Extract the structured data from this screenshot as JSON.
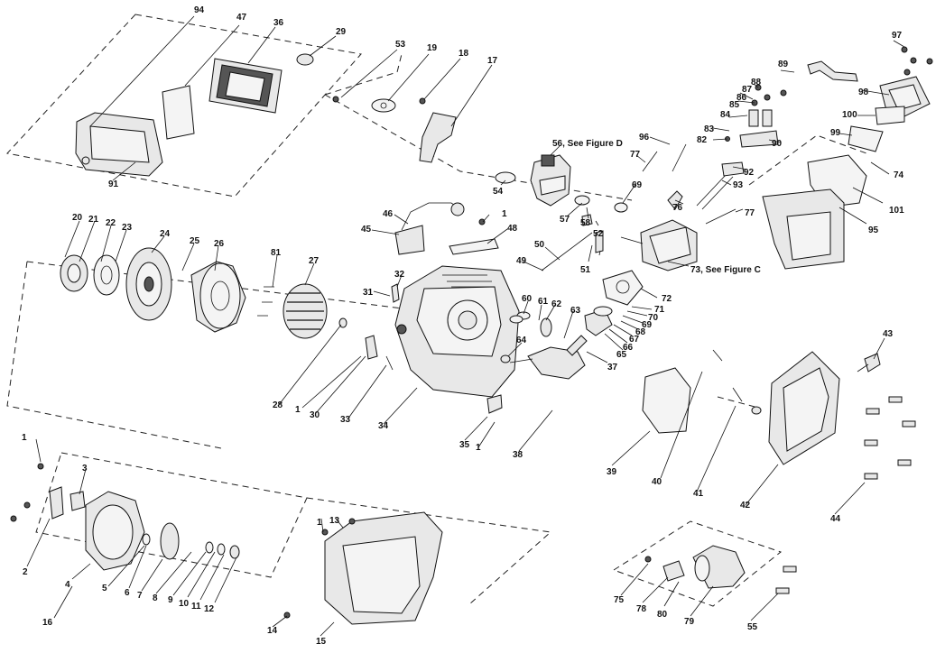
{
  "diagram": {
    "title": "Exploded parts diagram",
    "callouts": [
      "94",
      "47",
      "36",
      "29",
      "53",
      "19",
      "18",
      "17",
      "97",
      "89",
      "88",
      "87",
      "86",
      "85",
      "84",
      "83",
      "82",
      "90",
      "98",
      "100",
      "99",
      "74",
      "101",
      "96",
      "77",
      "56, See Figure D",
      "54",
      "57",
      "58",
      "52",
      "69",
      "92",
      "93",
      "76",
      "77",
      "95",
      "91",
      "46",
      "45",
      "1",
      "48",
      "50",
      "49",
      "51",
      "73, See Figure C",
      "72",
      "71",
      "70",
      "69",
      "68",
      "67",
      "66",
      "65",
      "37",
      "20",
      "21",
      "22",
      "23",
      "24",
      "25",
      "26",
      "81",
      "27",
      "32",
      "31",
      "60",
      "61",
      "62",
      "63",
      "64",
      "28",
      "1",
      "30",
      "33",
      "34",
      "35",
      "1",
      "38",
      "39",
      "40",
      "41",
      "42",
      "43",
      "44",
      "1",
      "3",
      "2",
      "4",
      "5",
      "6",
      "7",
      "8",
      "9",
      "10",
      "11",
      "12",
      "16",
      "1",
      "13",
      "14",
      "15",
      "75",
      "78",
      "80",
      "79",
      "55"
    ]
  }
}
